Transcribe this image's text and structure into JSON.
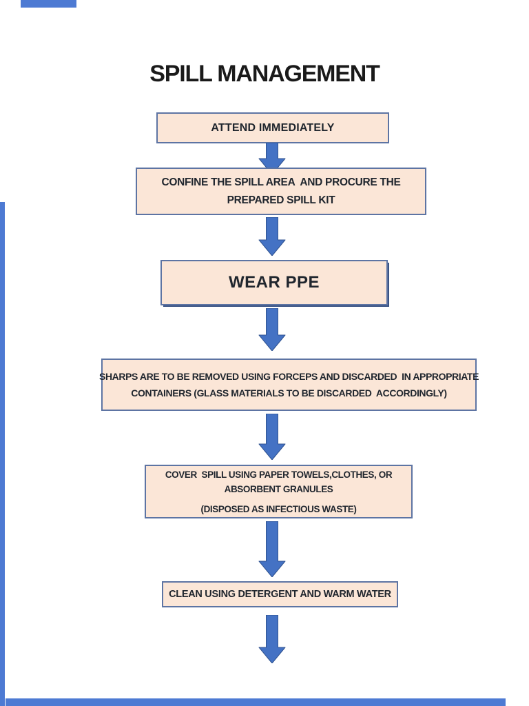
{
  "title": "SPILL MANAGEMENT",
  "steps": [
    {
      "name": "attend",
      "lines": [
        "ATTEND IMMEDIATELY"
      ]
    },
    {
      "name": "confine",
      "lines": [
        "CONFINE THE SPILL AREA  AND PROCURE THE",
        "PREPARED SPILL KIT"
      ]
    },
    {
      "name": "wear-ppe",
      "lines": [
        "WEAR PPE"
      ]
    },
    {
      "name": "sharps",
      "lines": [
        "SHARPS ARE TO BE REMOVED USING FORCEPS AND DISCARDED  IN APPROPRIATE",
        "CONTAINERS (GLASS MATERIALS TO BE DISCARDED  ACCORDINGLY)"
      ]
    },
    {
      "name": "cover",
      "lines": [
        "COVER  SPILL USING PAPER TOWELS,CLOTHES, OR",
        "ABSORBENT GRANULES",
        "(DISPOSED AS INFECTIOUS WASTE)"
      ]
    },
    {
      "name": "clean",
      "lines": [
        "CLEAN USING DETERGENT AND WARM WATER"
      ]
    }
  ],
  "colors": {
    "box_fill": "#fbe6d7",
    "box_border": "#5d74a3",
    "arrow_fill": "#4472c4",
    "arrow_stroke": "#2f528f",
    "text": "#20262e",
    "page_border": "#4d7ad3"
  }
}
